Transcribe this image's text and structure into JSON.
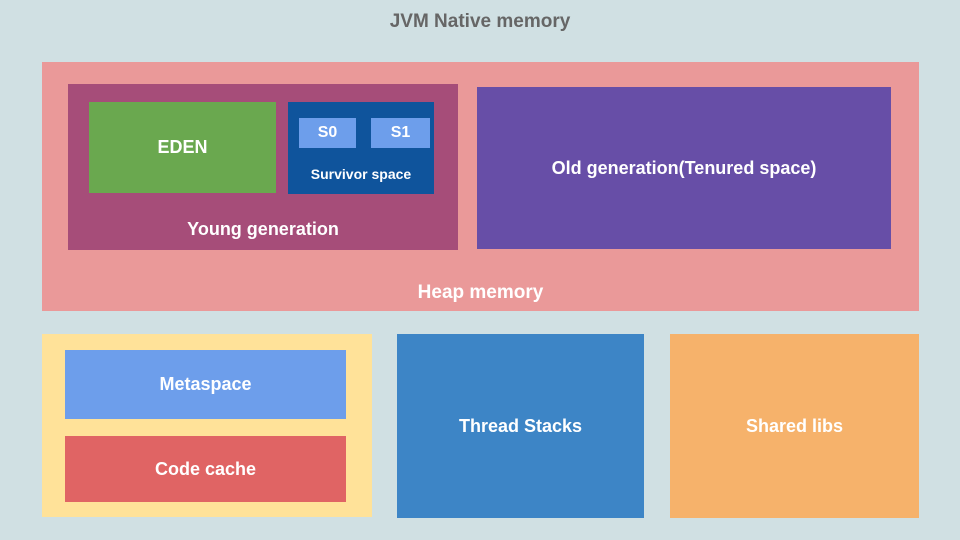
{
  "title": "JVM Native memory",
  "title_color": "#666666",
  "background_color": "#d0e0e3",
  "heap": {
    "label": "Heap memory",
    "color": "#ea9999",
    "young_generation": {
      "label": "Young generation",
      "color": "#a64d79",
      "eden": {
        "label": "EDEN",
        "color": "#6aa84f"
      },
      "survivor": {
        "label": "Survivor space",
        "color": "#0f549c",
        "s0": {
          "label": "S0",
          "color": "#6d9eeb"
        },
        "s1": {
          "label": "S1",
          "color": "#6d9eeb"
        }
      }
    },
    "old_generation": {
      "label": "Old generation(Tenured space)",
      "color": "#674ea7"
    }
  },
  "native_areas": {
    "metaspace_group": {
      "color": "#ffe299"
    },
    "metaspace": {
      "label": "Metaspace",
      "color": "#6d9eeb"
    },
    "code_cache": {
      "label": "Code cache",
      "color": "#e06464"
    },
    "thread_stacks": {
      "label": "Thread Stacks",
      "color": "#3d85c6"
    },
    "shared_libs": {
      "label": "Shared libs",
      "color": "#f6b26b"
    }
  },
  "text_color_on_boxes": "#ffffff"
}
